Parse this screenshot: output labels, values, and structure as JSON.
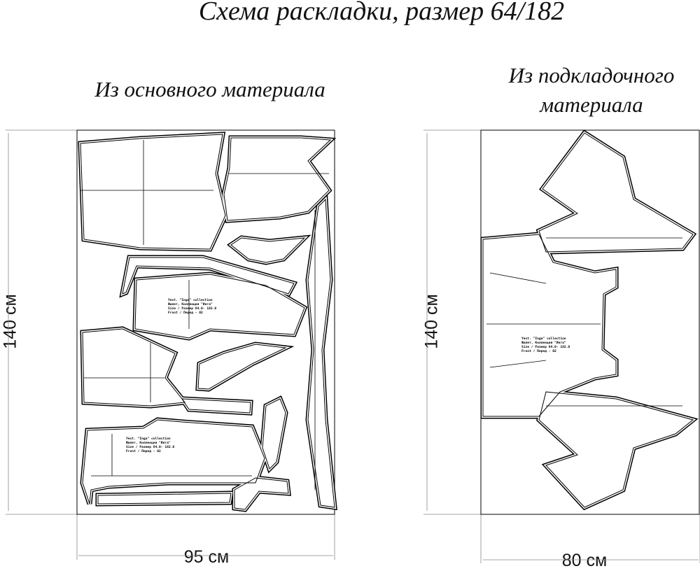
{
  "title": "Схема раскладки, размер 64/182",
  "main_fabric": {
    "heading": "Из основного материала",
    "height_label": "140 см",
    "width_label": "95 см"
  },
  "lining_fabric": {
    "heading_line1": "Из подкладочного",
    "heading_line2": "материала",
    "height_label": "140 см",
    "width_label": "80 см"
  },
  "piece_label": {
    "line1": "Yest. \"Inga\" collection",
    "line2": "Жилет, Коллекция \"Инга\"",
    "line3": "Size / Размер  64.0- 182.0",
    "line4": "Front / Перед - 02"
  },
  "colors": {
    "line": "#000000",
    "background": "#ffffff"
  }
}
